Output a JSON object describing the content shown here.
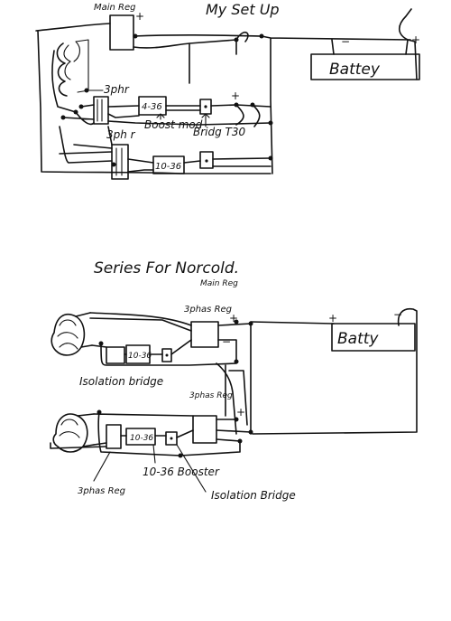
{
  "diagram_1": {
    "title": "My Set Up",
    "main_reg_label": "Main Reg",
    "battery_label": "Battey",
    "label_3phr_top": "3phr",
    "label_3phr_bottom": "3ph r",
    "booster_top_label": "4-36",
    "booster_bottom_label": "10-36",
    "boost_mod_label": "Boost mod",
    "bridge_label": "Bridg T30"
  },
  "diagram_2": {
    "title": "Series For Norcold.",
    "main_reg_label": "Main Reg",
    "reg_top_label": "3phas Reg",
    "battery_label": "Batty",
    "booster_top_label": "10-36",
    "isolation_bridge_top_label": "Isolation bridge",
    "reg_right_label": "3phas Reg",
    "booster_bottom_label": "10-36",
    "reg_bottom_label": "3phas Reg",
    "booster_bottom_name": "10-36 Booster",
    "isolation_bridge_bottom_label": "Isolation Bridge"
  },
  "signs": {
    "plus": "+",
    "minus": "−"
  }
}
